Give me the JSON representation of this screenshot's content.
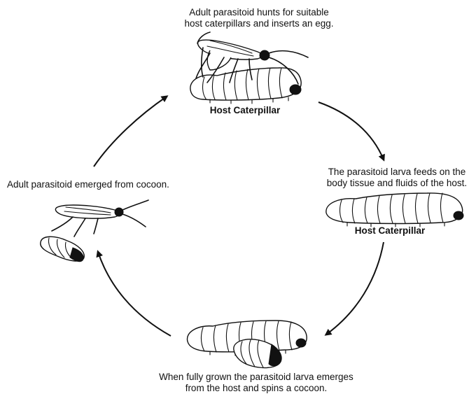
{
  "stages": {
    "top": {
      "caption_line1": "Adult parasitoid hunts for suitable",
      "caption_line2": "host caterpillars and inserts an egg.",
      "label": "Host Caterpillar"
    },
    "right": {
      "caption_line1": "The parasitoid larva feeds on the",
      "caption_line2": "body tissue and fluids of the host.",
      "label": "Host Caterpillar"
    },
    "bottom": {
      "caption_line1": "When fully grown the parasitoid larva emerges",
      "caption_line2": "from the host and spins a cocoon."
    },
    "left": {
      "caption": "Adult parasitoid emerged from cocoon."
    }
  },
  "colors": {
    "ink": "#111111",
    "background": "#ffffff"
  }
}
